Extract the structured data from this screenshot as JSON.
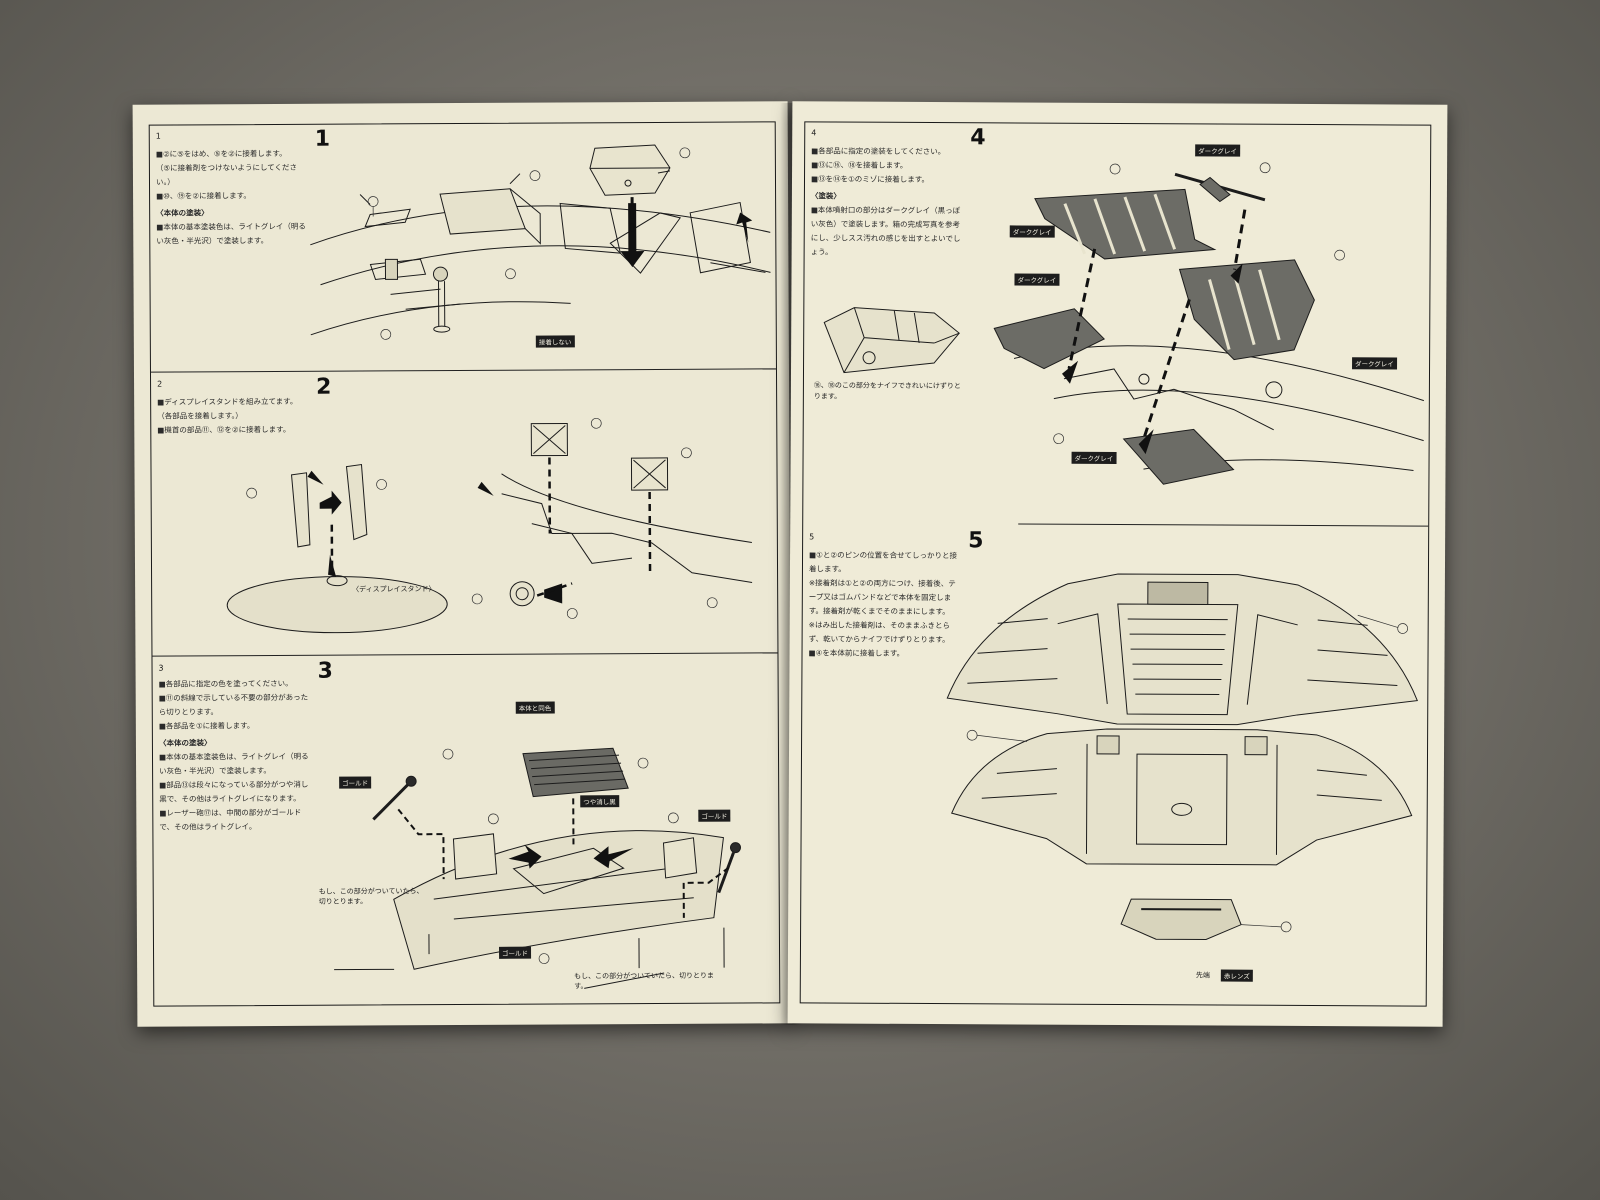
{
  "left_page": {
    "step1": {
      "small_number": "1",
      "big_number": "1",
      "notes": [
        "■②に⑤をはめ、⑤を②に接着します。",
        "（⑤に接着剤をつけないようにしてください。）",
        "■⑩、⑲を②に接着します。"
      ],
      "paint_heading": "〈本体の塗装〉",
      "paint_notes": [
        "■本体の基本塗装色は、ライトグレイ（明るい灰色・半光沢）で塗装します。"
      ],
      "tag_no_glue": "接着しない"
    },
    "step2": {
      "small_number": "2",
      "big_number": "2",
      "notes": [
        "■ディスプレイスタンドを組み立てます。（各部品を接着します。）",
        "■機首の部品⑪、⑫を②に接着します。"
      ],
      "caption_stand": "〈ディスプレイスタンド〉"
    },
    "step3": {
      "small_number": "3",
      "big_number": "3",
      "notes": [
        "■各部品に指定の色を塗ってください。",
        "■⑪の斜線で示している不要の部分があったら切りとります。",
        "■各部品を①に接着します。"
      ],
      "paint_heading": "〈本体の塗装〉",
      "paint_notes": [
        "■本体の基本塗装色は、ライトグレイ（明るい灰色・半光沢）で塗装します。",
        "■部品⑬は段々になっている部分がつや消し黒で、その他はライトグレイになります。",
        "■レーザー砲⑰は、中間の部分がゴールドで、その他はライトグレイ。"
      ],
      "tag_body_color": "本体と同色",
      "tag_gold_left": "ゴールド",
      "tag_gold_right": "ゴールド",
      "tag_gold_bottom": "ゴールド",
      "tag_matte_black": "つや消し黒",
      "caption_cut_left": "もし、この部分がついていたら、切りとります。",
      "caption_cut_right": "もし、この部分がついていたら、切りとります。"
    }
  },
  "right_page": {
    "step4": {
      "small_number": "4",
      "big_number": "4",
      "notes": [
        "■各部品に指定の塗装をしてください。",
        "■⑬に⑯、⑱を接着します。",
        "■⑬を⑭を①のミゾに接着します。"
      ],
      "paint_heading": "〈塗装〉",
      "paint_notes": [
        "■本体噴射口の部分はダークグレイ（黒っぽい灰色）で塗装します。箱の完成写真を参考にし、少しスス汚れの感じを出すとよいでしょう。"
      ],
      "caption_trim": "⑯、⑱のこの部分をナイフできれいにけずりとります。",
      "tag_dark_grey_1": "ダークグレイ",
      "tag_dark_grey_2": "ダークグレイ",
      "tag_dark_grey_3": "ダークグレイ",
      "tag_dark_grey_4": "ダークグレイ",
      "tag_dark_grey_5": "ダークグレイ"
    },
    "step5": {
      "small_number": "5",
      "big_number": "5",
      "notes": [
        "■①と②のピンの位置を合せてしっかりと接着します。",
        "※接着剤は①と②の両方につけ、接着後、テープ又はゴムバンドなどで本体を固定します。接着剤が乾くまでそのままにします。",
        "※はみ出した接着剤は、そのままふきとらず、乾いてからナイフでけずりとります。",
        "■④を本体前に接着します。"
      ],
      "caption_tip": "先端",
      "tag_clear_red": "赤レンズ"
    }
  }
}
